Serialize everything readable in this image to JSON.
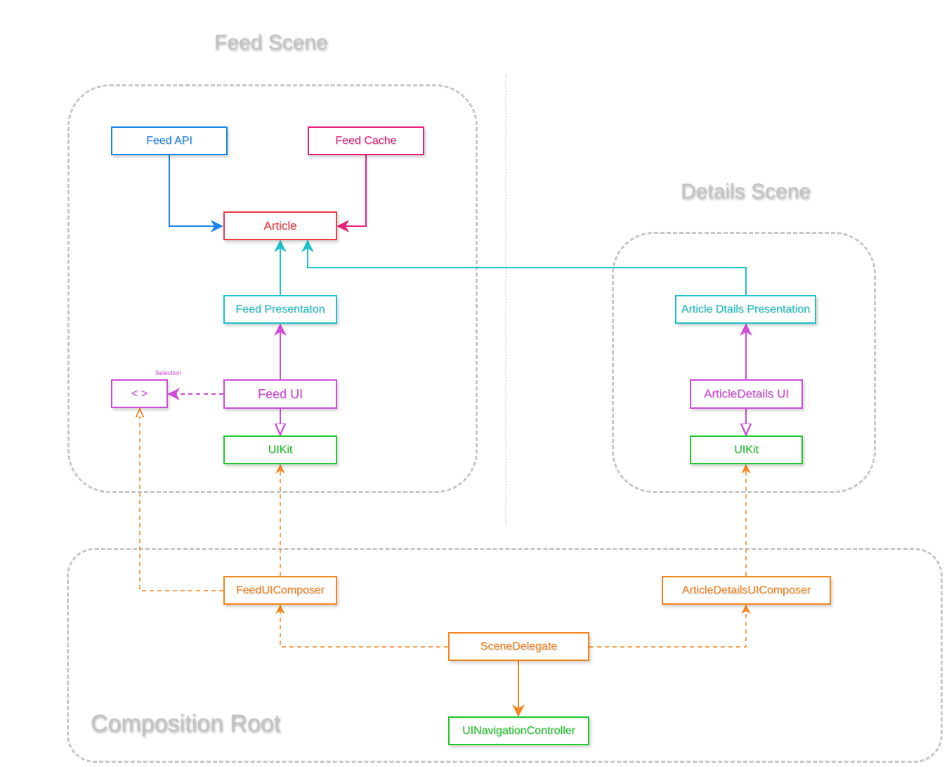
{
  "titles": {
    "feed_scene": "Feed Scene",
    "details_scene": "Details Scene",
    "composition_root": "Composition Root"
  },
  "colors": {
    "blue": "#1a84ee",
    "pink": "#ea1f7c",
    "red": "#f03a45",
    "cyan": "#1ec3c6",
    "magenta": "#d04dd8",
    "green": "#1fc92a",
    "orange": "#f6841f",
    "group_border": "#c8c8c8",
    "title": "#c4c4c4"
  },
  "nodes": {
    "feed_api": "Feed API",
    "feed_cache": "Feed Cache",
    "article": "Article",
    "feed_presentation": "Feed Presentaton",
    "feed_ui": "Feed UI",
    "selection": "< >",
    "feed_uikit": "UIKit",
    "article_details_presentation": "Article Dtails Presentation",
    "article_details_ui": "ArticleDetails UI",
    "details_uikit": "UIKit",
    "feed_ui_composer": "FeedUIComposer",
    "article_details_ui_composer": "ArticleDetailsUIComposer",
    "scene_delegate": "SceneDelegate",
    "ui_navigation_controller": "UINavigationController"
  },
  "labels": {
    "selection": "Selection"
  }
}
